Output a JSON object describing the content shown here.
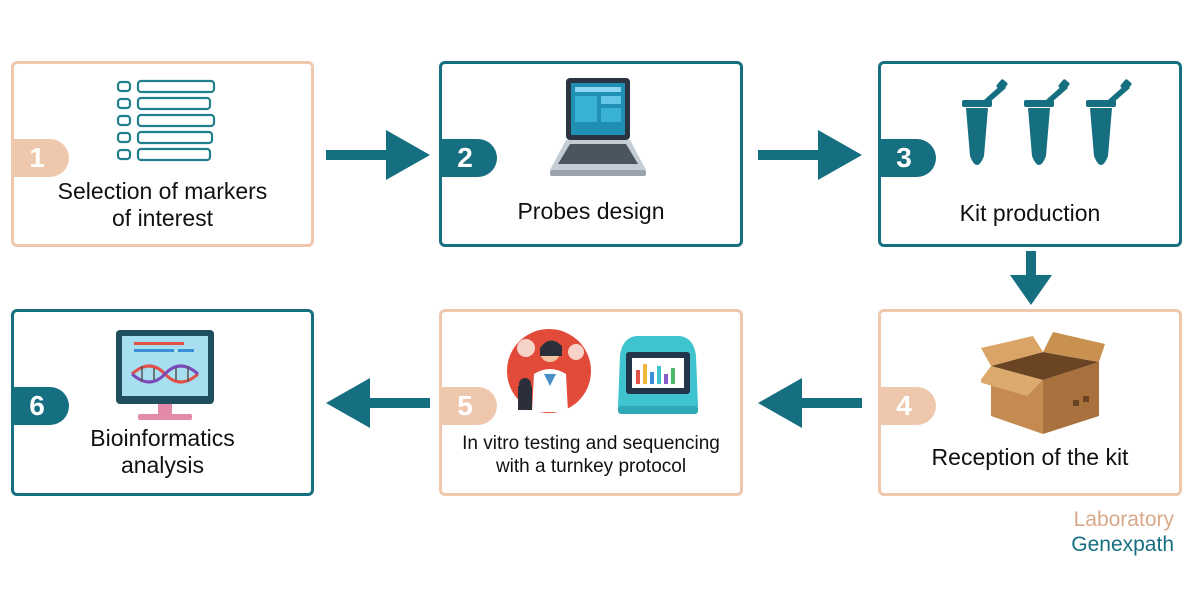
{
  "steps": [
    {
      "number": "1",
      "label_line1": "Selection of markers",
      "label_line2": "of interest",
      "icon": "checklist-icon"
    },
    {
      "number": "2",
      "label_line1": "Probes design",
      "icon": "laptop-icon"
    },
    {
      "number": "3",
      "label_line1": "Kit production",
      "icon": "test-tubes-icon"
    },
    {
      "number": "4",
      "label_line1": "Reception of the kit",
      "icon": "cardboard-box-icon"
    },
    {
      "number": "5",
      "label_line1": "In vitro testing and sequencing",
      "label_line2": "with a turnkey protocol",
      "icon": "scientist-and-sequencer-icon"
    },
    {
      "number": "6",
      "label_line1": "Bioinformatics",
      "label_line2": "analysis",
      "icon": "dna-monitor-icon"
    }
  ],
  "brand": {
    "line1": "Laboratory",
    "line2": "Genexpath"
  },
  "colors": {
    "teal": "#156f80",
    "peach": "#efc7ac",
    "brand_peach": "#d9a88a"
  }
}
